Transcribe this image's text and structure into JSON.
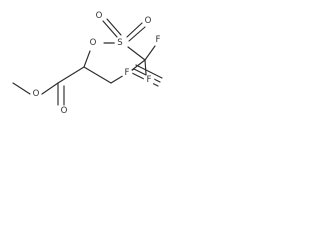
{
  "molecule": {
    "atoms": {
      "ester_o": "O",
      "carbonyl_o": "O",
      "sulfonate_o": "O",
      "s": "S",
      "s_o_top": "O",
      "s_o_right": "O",
      "f_top": "F",
      "f_left": "F",
      "f_bottom": "F"
    },
    "colors": {
      "bond": "#2b2b2b",
      "atom_label": "#333333",
      "background": "#ffffff"
    }
  }
}
